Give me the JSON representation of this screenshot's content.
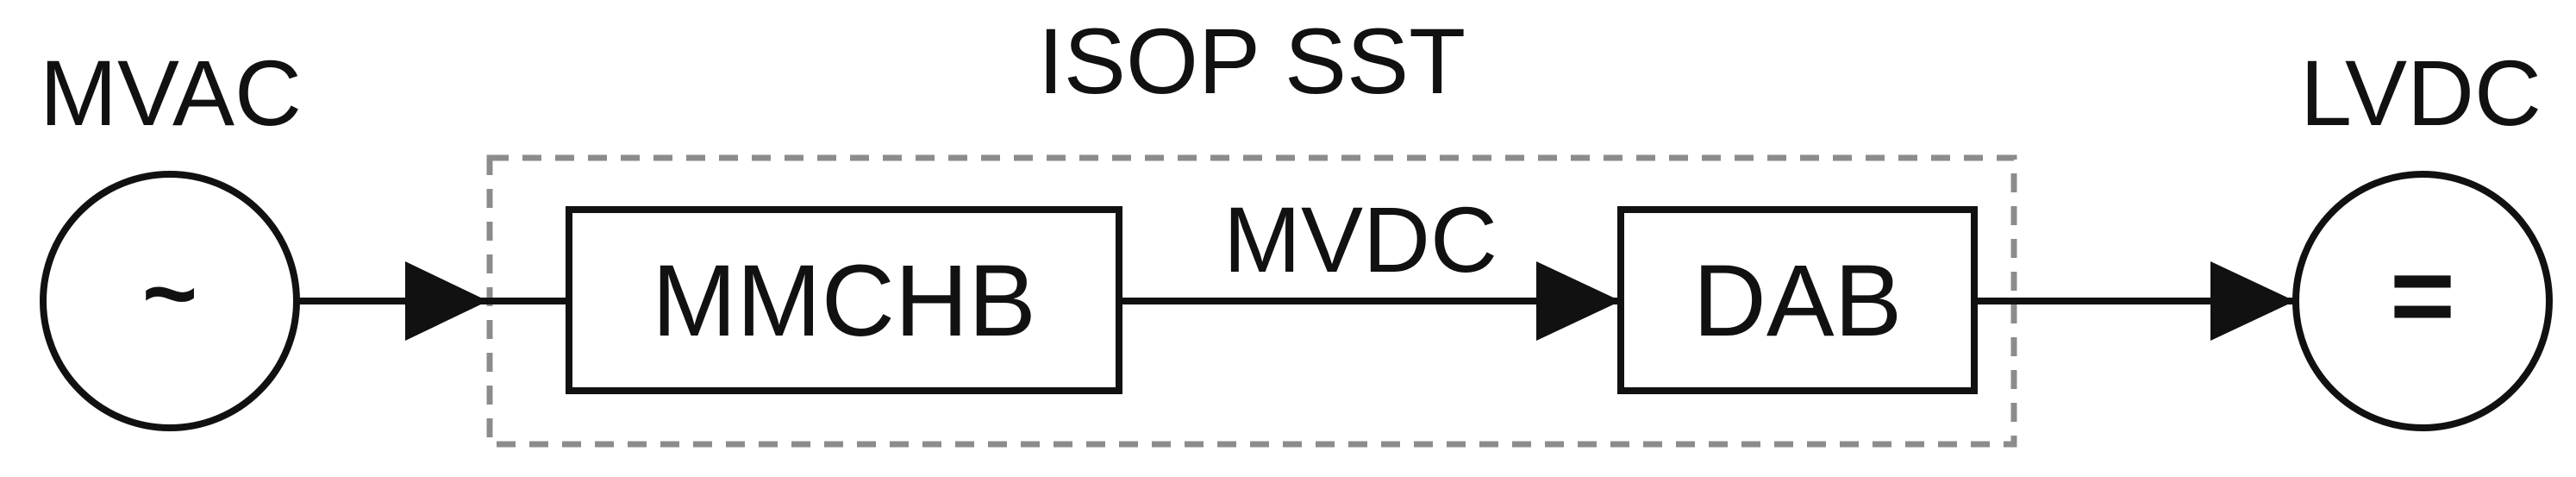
{
  "diagram": {
    "title": "ISOP SST",
    "source": {
      "label": "MVAC",
      "symbol": "~"
    },
    "sink": {
      "label": "LVDC",
      "symbol": "="
    },
    "blocks": {
      "converter_1": "MMCHB",
      "converter_2": "DAB"
    },
    "link_label": "MVDC"
  },
  "colors": {
    "stroke": "#111111",
    "boundary": "#8c8c8c",
    "background": "#ffffff"
  }
}
